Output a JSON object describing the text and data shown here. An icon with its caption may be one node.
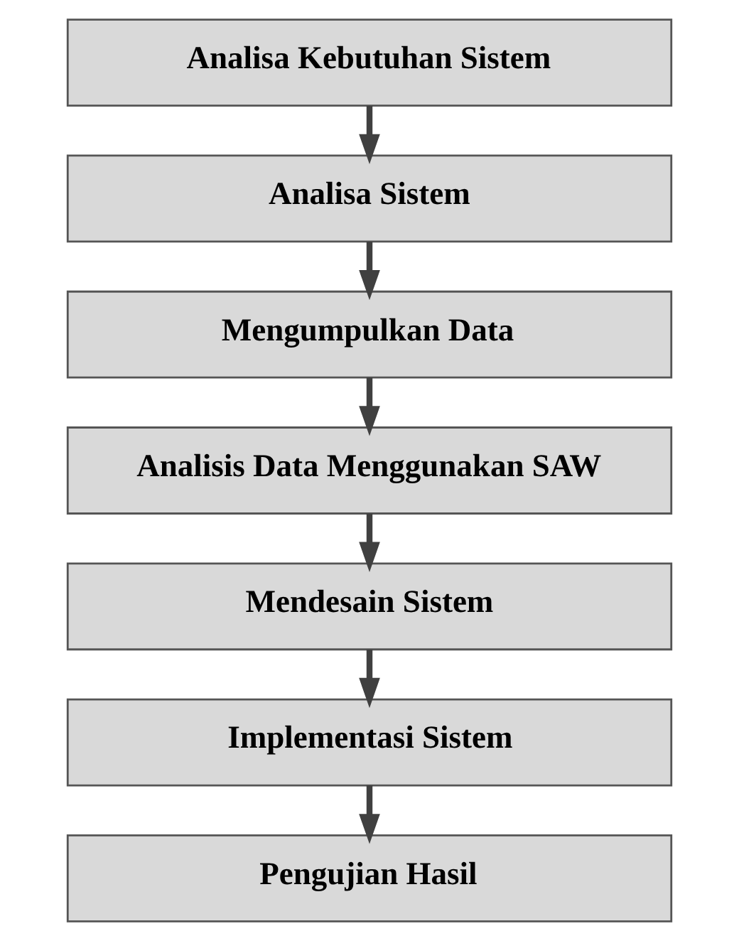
{
  "diagram": {
    "nodes": [
      {
        "text": [
          "Analisa Kebutuhan Sistem"
        ]
      },
      {
        "text": [
          "Analisa Sistem"
        ]
      },
      {
        "text": [
          "Mengumpulkan Data"
        ]
      },
      {
        "text": [
          "Analisis Data Menggunakan SAW"
        ]
      },
      {
        "text": [
          "Mendesain Sistem"
        ]
      },
      {
        "text": [
          "Implementasi Sistem"
        ]
      },
      {
        "text": [
          "Pengujian Hasil"
        ]
      }
    ],
    "edges": [
      {
        "from": 0,
        "to": 1,
        "arrow": "to"
      },
      {
        "from": 1,
        "to": 2,
        "arrow": "to"
      },
      {
        "from": 2,
        "to": 3,
        "arrow": "to"
      },
      {
        "from": 3,
        "to": 4,
        "arrow": "to"
      },
      {
        "from": 4,
        "to": 5,
        "arrow": "to"
      },
      {
        "from": 5,
        "to": 6,
        "arrow": "to"
      }
    ]
  }
}
